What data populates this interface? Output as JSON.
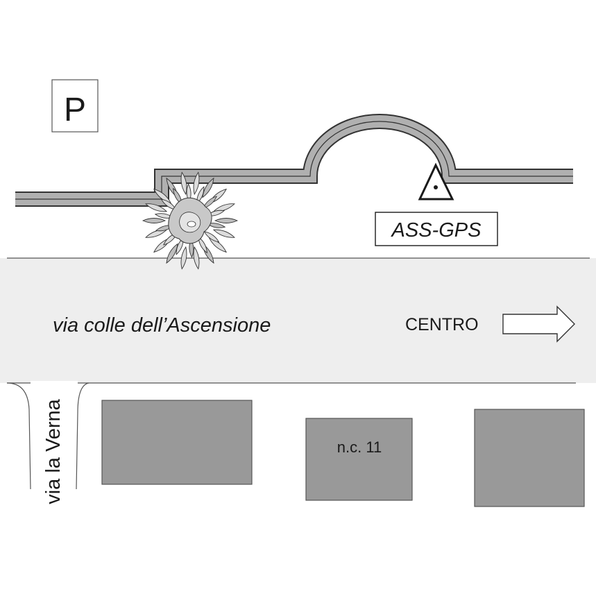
{
  "parking": {
    "letter": "P"
  },
  "marker": {
    "label": "ASS-GPS"
  },
  "main_street": {
    "name": "via colle dell’Ascensione"
  },
  "direction": {
    "label": "CENTRO"
  },
  "side_street": {
    "name": "via la Verna"
  },
  "buildings": [
    {
      "label": ""
    },
    {
      "label": "n.c. 11"
    },
    {
      "label": ""
    }
  ],
  "colors": {
    "road": "#eeeeee",
    "building": "#999999",
    "wall": "#b0b0b0",
    "outline": "#3a3a3a"
  }
}
